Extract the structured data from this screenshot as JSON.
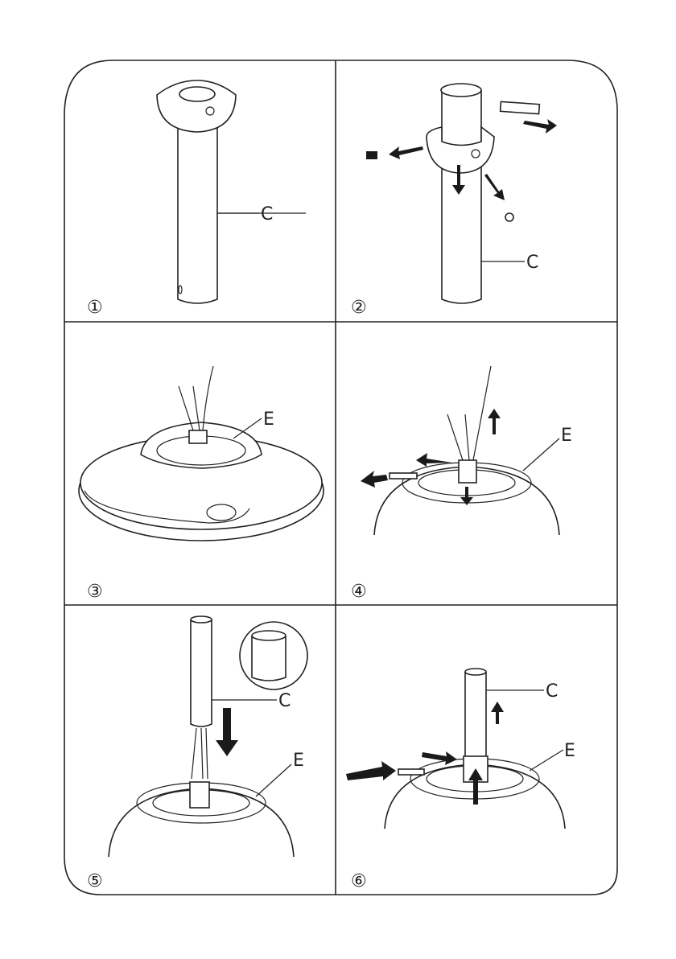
{
  "steps": [
    {
      "number": "①",
      "labels": [
        "C"
      ]
    },
    {
      "number": "②",
      "labels": [
        "C"
      ]
    },
    {
      "number": "③",
      "labels": [
        "E"
      ]
    },
    {
      "number": "④",
      "labels": [
        "E"
      ]
    },
    {
      "number": "⑤",
      "labels": [
        "C",
        "E"
      ]
    },
    {
      "number": "⑥",
      "labels": [
        "C",
        "E"
      ]
    }
  ]
}
